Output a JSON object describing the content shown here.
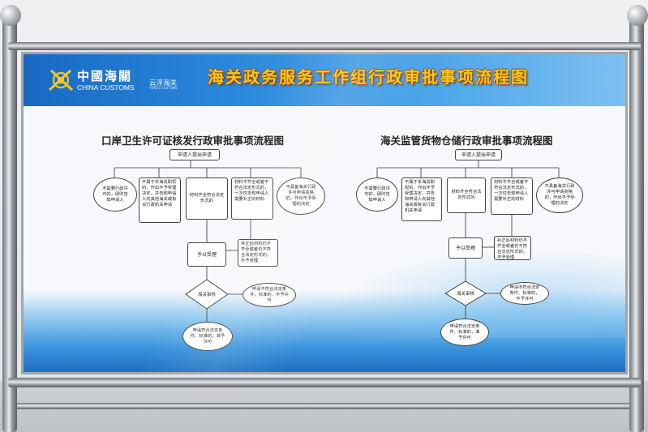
{
  "board": {
    "title": "海关政务服务工作组行政审批事项流程图",
    "logo": {
      "name_cn": "中國海關",
      "name_en": "CHINA CUSTOMS",
      "branch": "云浮海关",
      "branch_en": "YUNFU CUSTOMS",
      "emblem_icon": "customs-emblem-icon"
    },
    "colors": {
      "banner_blue": "#1a6fc0",
      "title_gold": "#f2c81e",
      "title_outline": "#a3440e"
    }
  },
  "flow_left": {
    "title": "口岸卫生许可证核发行政审批事项流程图",
    "start": "申请人提出申请",
    "branch_no_need": "不需要行政许可的，即时告知申请人",
    "branch_not_scope": "不属于本海关职权的，作出不予受理决定，并告知申请人向其他海关或有关行政机关申请",
    "branch_complete": "材料齐全符合法定形式的",
    "branch_incomplete": "材料不齐全或者不符合法定形式的，一次性告知申请人需要补正的材料",
    "branch_not_approve": "不具备海关行政许可申请资格的，作出不予受理的决定",
    "accept": "予以受理",
    "resubmit": "补正后材料仍不齐全或者仍不符合法定形式的，不予受理",
    "review": "海关审核",
    "deny": "申请不符合法定条件、标准的，不予许可",
    "grant": "申请符合法定条件、标准的，准予许可"
  },
  "flow_right": {
    "title": "海关监管货物仓储行政审批事项流程图",
    "start": "申请人提出申请",
    "branch_no_need": "不需要行政许可的，即时告知申请人",
    "branch_not_scope": "不属于本海关职权的，作出不予受理决定，并告知申请人向其他海关或有关行政机关申请",
    "branch_complete": "材料齐全符合法定形式的",
    "branch_incomplete": "材料不齐全或者不符合法定形式的，一次性告知申请人需要补正的材料",
    "branch_not_approve": "不具备海关行政许可申请资格的，作出不予受理的决定",
    "accept": "予以受理",
    "resubmit": "补正后材料仍不齐全或者仍不符合法定形式的，不予受理",
    "review": "海关审核",
    "deny": "申请不符合法定条件、标准的，不予许可",
    "grant": "申请符合法定条件、标准的，准予许可"
  }
}
